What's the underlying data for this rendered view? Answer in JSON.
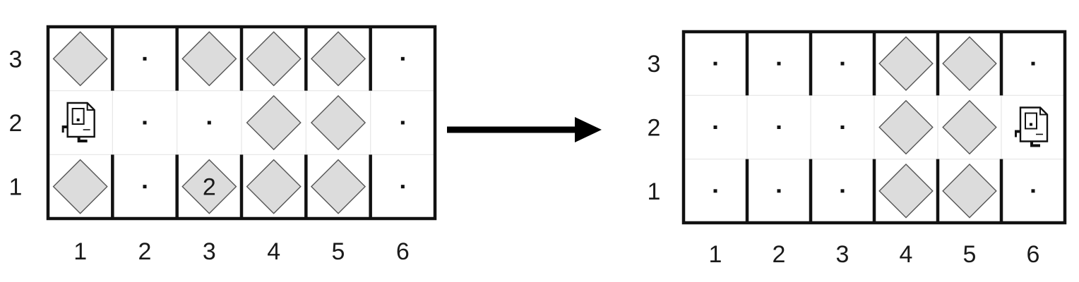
{
  "before": {
    "columns": [
      "1",
      "2",
      "3",
      "4",
      "5",
      "6"
    ],
    "rows": [
      "3",
      "2",
      "1"
    ],
    "walls_after_column": [
      1,
      2,
      3,
      4,
      5
    ],
    "corridor_row": "2",
    "robot": {
      "row": 2,
      "col": 1,
      "icon": "robot-icon"
    },
    "cells": [
      {
        "row": 3,
        "col": 1,
        "content": "beeper"
      },
      {
        "row": 3,
        "col": 2,
        "content": "empty"
      },
      {
        "row": 3,
        "col": 3,
        "content": "beeper"
      },
      {
        "row": 3,
        "col": 4,
        "content": "beeper"
      },
      {
        "row": 3,
        "col": 5,
        "content": "beeper"
      },
      {
        "row": 3,
        "col": 6,
        "content": "empty"
      },
      {
        "row": 2,
        "col": 1,
        "content": "robot"
      },
      {
        "row": 2,
        "col": 2,
        "content": "empty"
      },
      {
        "row": 2,
        "col": 3,
        "content": "empty"
      },
      {
        "row": 2,
        "col": 4,
        "content": "beeper"
      },
      {
        "row": 2,
        "col": 5,
        "content": "beeper"
      },
      {
        "row": 2,
        "col": 6,
        "content": "empty"
      },
      {
        "row": 1,
        "col": 1,
        "content": "beeper"
      },
      {
        "row": 1,
        "col": 2,
        "content": "empty"
      },
      {
        "row": 1,
        "col": 3,
        "content": "beeper",
        "count": "2"
      },
      {
        "row": 1,
        "col": 4,
        "content": "beeper"
      },
      {
        "row": 1,
        "col": 5,
        "content": "beeper"
      },
      {
        "row": 1,
        "col": 6,
        "content": "empty"
      }
    ]
  },
  "after": {
    "columns": [
      "1",
      "2",
      "3",
      "4",
      "5",
      "6"
    ],
    "rows": [
      "3",
      "2",
      "1"
    ],
    "walls_after_column": [
      1,
      2,
      3,
      4,
      5
    ],
    "corridor_row": "2",
    "robot": {
      "row": 2,
      "col": 6,
      "icon": "robot-icon"
    },
    "cells": [
      {
        "row": 3,
        "col": 1,
        "content": "empty"
      },
      {
        "row": 3,
        "col": 2,
        "content": "empty"
      },
      {
        "row": 3,
        "col": 3,
        "content": "empty"
      },
      {
        "row": 3,
        "col": 4,
        "content": "beeper"
      },
      {
        "row": 3,
        "col": 5,
        "content": "beeper"
      },
      {
        "row": 3,
        "col": 6,
        "content": "empty"
      },
      {
        "row": 2,
        "col": 1,
        "content": "empty"
      },
      {
        "row": 2,
        "col": 2,
        "content": "empty"
      },
      {
        "row": 2,
        "col": 3,
        "content": "empty"
      },
      {
        "row": 2,
        "col": 4,
        "content": "beeper"
      },
      {
        "row": 2,
        "col": 5,
        "content": "beeper"
      },
      {
        "row": 2,
        "col": 6,
        "content": "robot"
      },
      {
        "row": 1,
        "col": 1,
        "content": "empty"
      },
      {
        "row": 1,
        "col": 2,
        "content": "empty"
      },
      {
        "row": 1,
        "col": 3,
        "content": "empty"
      },
      {
        "row": 1,
        "col": 4,
        "content": "beeper"
      },
      {
        "row": 1,
        "col": 5,
        "content": "beeper"
      },
      {
        "row": 1,
        "col": 6,
        "content": "empty"
      }
    ]
  },
  "arrow": {
    "icon": "right-arrow-icon"
  },
  "colors": {
    "wall": "#111111",
    "beeper_fill": "#dcdcdc",
    "beeper_stroke": "#555555",
    "grid_line": "#e6e6e6",
    "dot": "#111111"
  }
}
